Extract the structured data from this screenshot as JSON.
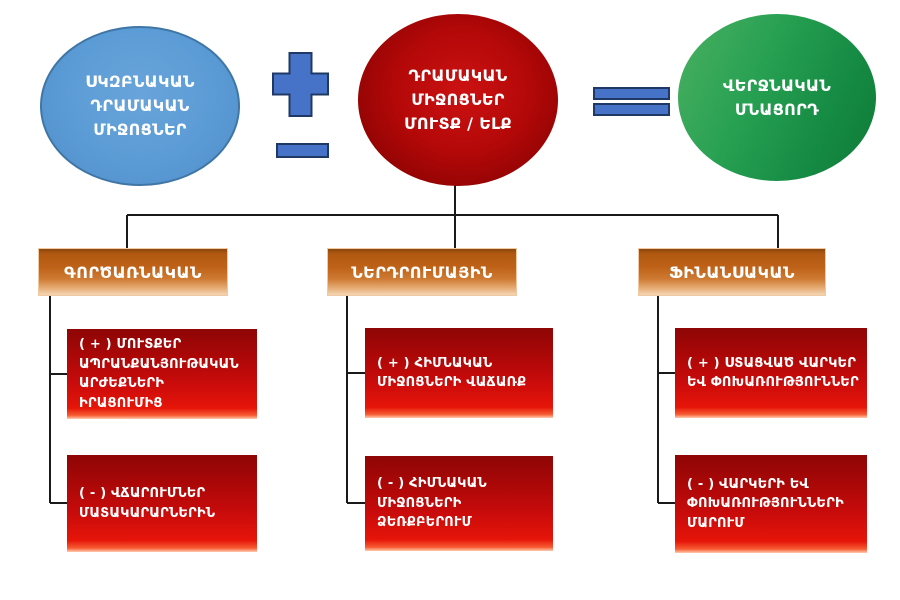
{
  "equation": {
    "initial_label": "ՍԿԶԲՆԱԿԱՆ\nԴՐԱՄԱԿԱՆ\nՄԻՋՈՑՆԵՐ",
    "flows_label": "ԴՐԱՄԱԿԱՆ\nՄԻՋՈՑՆԵՐ\nՄՈՒՏՔ / ԵԼՔ",
    "final_label": "ՎԵՐՋՆԱԿԱՆ\nՄՆԱՑՈՐԴ",
    "operators": {
      "plus": "+",
      "minus": "−",
      "equals": "="
    }
  },
  "columns": [
    {
      "header": "ԳՈՐԾԱՌՆԱԿԱՆ",
      "inflow": "( + ) ՄՈՒՏՔԵՐ\nԱՊՐԱՆՔԱՆՅՈՒԹԱԿԱՆ\nԱՐԺԵՔՆԵՐԻ ԻՐԱՑՈՒՄԻՑ",
      "outflow": "( - ) ՎՃԱՐՈՒՄՆԵՐ\nՄԱՏԱԿԱՐԱՐՆԵՐԻՆ"
    },
    {
      "header": "ՆԵՐԴՐՈՒՄԱՅԻՆ",
      "inflow": "( + ) ՀԻՄՆԱԿԱՆ\nՄԻՋՈՑՆԵՐԻ ՎԱՃԱՌՔ",
      "outflow": "( - ) ՀԻՄՆԱԿԱՆ\nՄԻՋՈՑՆԵՐԻ\nՁԵՌՔԲԵՐՈՒՄ"
    },
    {
      "header": "ՖԻՆԱՆՍԱԿԱՆ",
      "inflow": "( + ) ՍՏԱՑՎԱԾ ՎԱՐԿԵՐ\nԵՎ ՓՈԽԱՌՈՒԹՅՈՒՆՆԵՐ",
      "outflow": "( - ) ՎԱՐԿԵՐԻ ԵՎ\nՓՈԽԱՌՈՒԹՅՈՒՆՆԵՐԻ\nՄԱՐՈՒՄ"
    }
  ],
  "icons": {
    "plus": "plus-icon",
    "minus": "minus-icon",
    "equals": "equals-icon"
  },
  "colors": {
    "initial_ellipse": "#5B9BD5",
    "initial_ellipse_border": "#3F76A6",
    "flows_ellipse": "#B00808",
    "final_ellipse": "#1E9048",
    "operator_fill": "#4673C8",
    "operator_stroke": "#1F3864",
    "category_box": "#C0661D",
    "item_box": "#CC0B0B",
    "connector_line": "#1A1A1A",
    "text": "#FFFFFF"
  }
}
